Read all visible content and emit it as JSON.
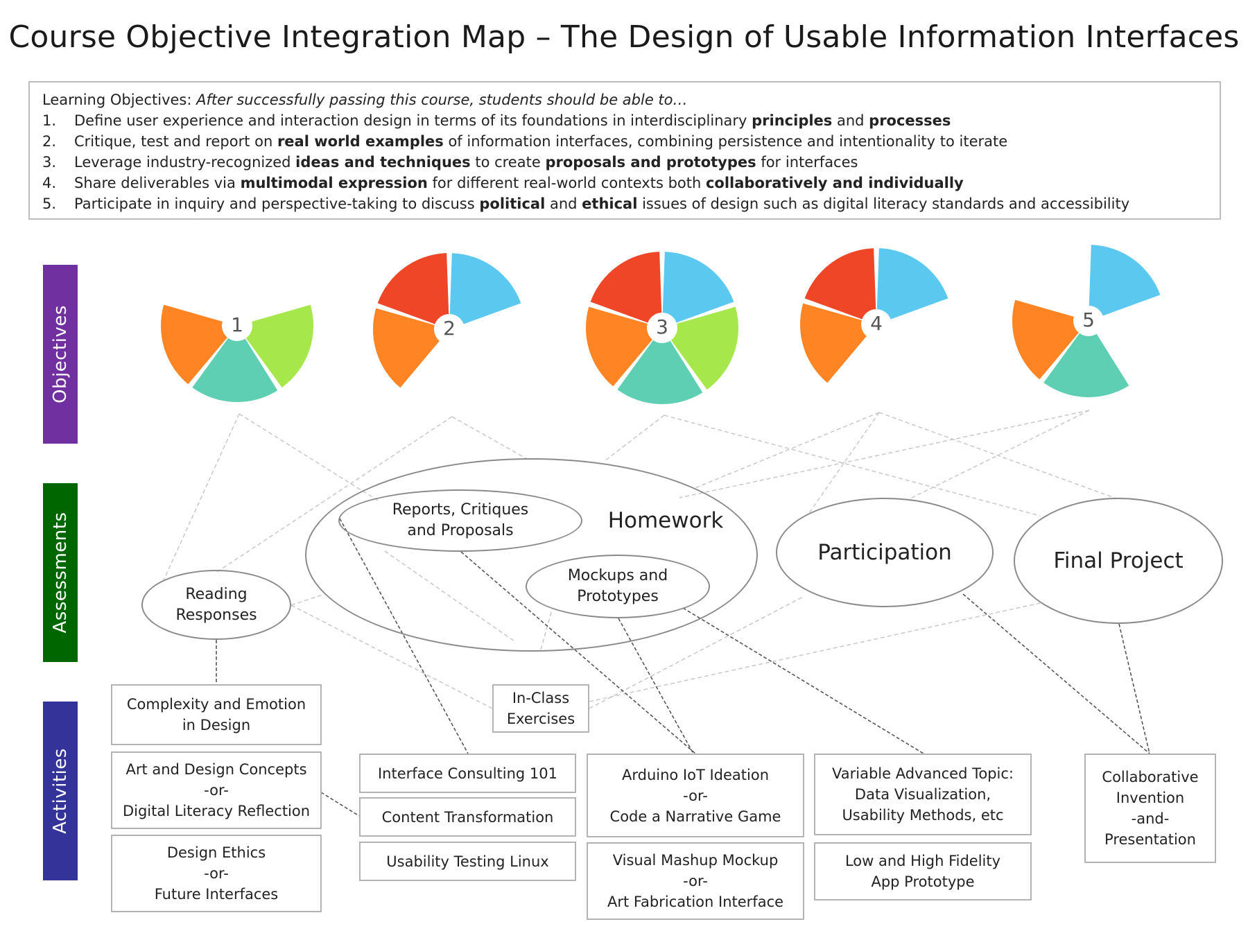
{
  "title": "Course Objective Integration Map – The Design of Usable Information Interfaces",
  "objectives_box": {
    "intro_label": "Learning Objectives: ",
    "intro_text": "After successfully passing this course, students should be able to…",
    "items": [
      {
        "num": "1.",
        "parts": [
          {
            "t": "Define user experience and interaction design in terms of its foundations in interdisciplinary "
          },
          {
            "t": "principles",
            "b": true
          },
          {
            "t": " and "
          },
          {
            "t": "processes",
            "b": true
          }
        ]
      },
      {
        "num": "2.",
        "parts": [
          {
            "t": "Critique, test and report on "
          },
          {
            "t": "real world examples",
            "b": true
          },
          {
            "t": " of information interfaces, combining persistence and intentionality to iterate"
          }
        ]
      },
      {
        "num": "3.",
        "parts": [
          {
            "t": "Leverage industry-recognized "
          },
          {
            "t": "ideas and techniques",
            "b": true
          },
          {
            "t": " to create "
          },
          {
            "t": "proposals and prototypes",
            "b": true
          },
          {
            "t": " for interfaces"
          }
        ]
      },
      {
        "num": "4.",
        "parts": [
          {
            "t": "Share deliverables via "
          },
          {
            "t": "multimodal expression",
            "b": true
          },
          {
            "t": " for different real-world contexts both "
          },
          {
            "t": "collaboratively and individually",
            "b": true
          }
        ]
      },
      {
        "num": "5.",
        "parts": [
          {
            "t": "Participate in inquiry and perspective-taking to discuss "
          },
          {
            "t": "political",
            "b": true
          },
          {
            "t": " and "
          },
          {
            "t": "ethical",
            "b": true
          },
          {
            "t": " issues of design such as digital literacy standards and accessibility"
          }
        ]
      }
    ]
  },
  "bands": {
    "objectives": {
      "label": "Objectives",
      "color": "#7030a0"
    },
    "assessments": {
      "label": "Assessments",
      "color": "#006600"
    },
    "activities": {
      "label": "Activities",
      "color": "#333399"
    }
  },
  "segment_colors": {
    "blue": "#5bc8f0",
    "green": "#a6e84c",
    "teal": "#5ecfb2",
    "orange": "#ff8424",
    "red": "#f04628"
  },
  "objective_wheels": [
    {
      "label": "1",
      "segments": [
        "green",
        "teal",
        "orange"
      ]
    },
    {
      "label": "2",
      "segments": [
        "blue",
        "orange",
        "red"
      ]
    },
    {
      "label": "3",
      "segments": [
        "blue",
        "green",
        "teal",
        "orange",
        "red"
      ]
    },
    {
      "label": "4",
      "segments": [
        "blue",
        "orange",
        "red"
      ]
    },
    {
      "label": "5",
      "segments": [
        "blue",
        "teal",
        "orange"
      ]
    }
  ],
  "assessments": {
    "homework": "Homework",
    "reports": "Reports, Critiques\nand Proposals",
    "mockups": "Mockups and\nPrototypes",
    "reading": "Reading\nResponses",
    "participation": "Participation",
    "final_project": "Final Project"
  },
  "activities": {
    "complexity": "Complexity and Emotion\nin Design",
    "art_design": "Art and Design Concepts\n-or-\nDigital Literacy Reflection",
    "ethics": "Design Ethics\n-or-\nFuture Interfaces",
    "in_class": "In-Class\nExercises",
    "consulting": "Interface Consulting 101",
    "content": "Content Transformation",
    "usability_linux": "Usability Testing Linux",
    "arduino": "Arduino IoT Ideation\n-or-\nCode a Narrative Game",
    "mashup": "Visual Mashup Mockup\n-or-\nArt Fabrication Interface",
    "variable": "Variable Advanced Topic:\nData Visualization,\nUsability Methods, etc",
    "low_high": "Low and High Fidelity\nApp Prototype",
    "collab": "Collaborative\nInvention\n-and-\nPresentation"
  }
}
